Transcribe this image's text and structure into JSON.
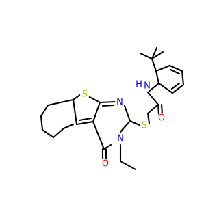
{
  "molecule": {
    "atoms": {
      "S_ring": {
        "label": "S",
        "color": "#b8b800"
      },
      "S_link": {
        "label": "S",
        "color": "#b8b800"
      },
      "N_ring_top": {
        "label": "N",
        "color": "#0000ff"
      },
      "N_ring_ethyl": {
        "label": "N",
        "color": "#0000ff"
      },
      "N_amide": {
        "label": "N",
        "color": "#0000ff"
      },
      "H_amide": {
        "label": "H",
        "color": "#0000ff"
      },
      "O_carbonyl_ring": {
        "label": "O",
        "color": "#ff0000"
      },
      "O_amide": {
        "label": "O",
        "color": "#ff0000"
      }
    },
    "bond_color": "#000000"
  }
}
